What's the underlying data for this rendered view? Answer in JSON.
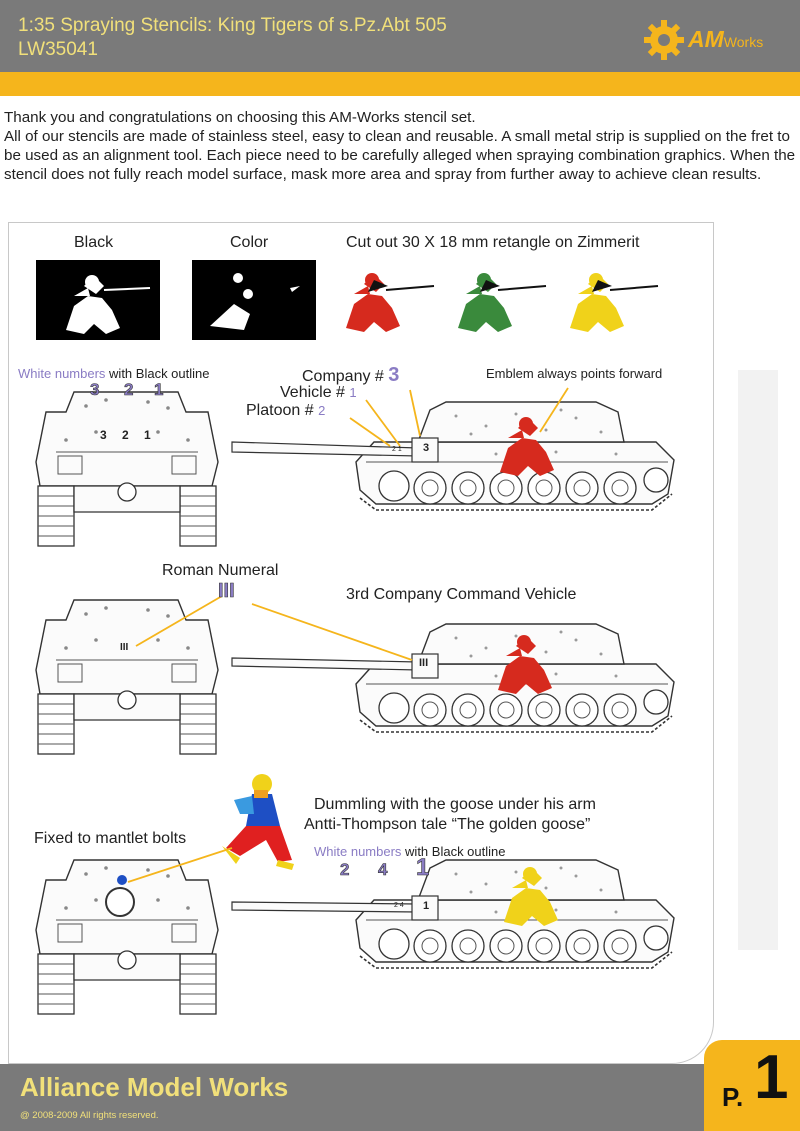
{
  "header": {
    "title": "1:35 Spraying Stencils:  King Tigers of s.Pz.Abt 505",
    "code": "LW35041",
    "logo_brand": "AM",
    "logo_suffix": "Works"
  },
  "intro": {
    "line1": "Thank you and congratulations on choosing this AM-Works stencil set.",
    "line2": "All of our stencils are made of stainless steel, easy to clean and reusable. A small metal strip is supplied on the fret to be used as an alignment tool. Each piece need to be carefully alleged when spraying combination graphics. When the stencil does not fully reach model surface, mask more area and spray from further away to achieve clean results."
  },
  "section1": {
    "black_label": "Black",
    "color_label": "Color",
    "cutout_label": "Cut out 30 X 18 mm retangle on Zimmerit",
    "white_numbers": "White numbers",
    "with_outline": "with Black outline",
    "front_numbers": [
      "3",
      "2",
      "1"
    ],
    "company_label": "Company #",
    "company_num": "3",
    "vehicle_label": "Vehicle #",
    "vehicle_num": "1",
    "platoon_label": "Platoon #",
    "platoon_num": "2",
    "emblem_note": "Emblem always points forward",
    "barrel_numbers": "2 1",
    "barrel_company": "3"
  },
  "section2": {
    "roman_label": "Roman Numeral",
    "roman_num": "III",
    "command_label": "3rd Company Command Vehicle"
  },
  "section3": {
    "dummling_line1": "Dummling with the goose under his arm",
    "dummling_line2": "Antti-Thompson tale  “The golden goose”",
    "mantlet_label": "Fixed to mantlet bolts",
    "white_numbers": "White numbers",
    "with_outline": "with Black outline",
    "numbers": [
      "2",
      "4",
      "1"
    ],
    "barrel_numbers": "2 4",
    "barrel_company": "1"
  },
  "footer": {
    "title": "Alliance Model Works",
    "copyright": "@ 2008-2009 All rights reserved.",
    "page_prefix": "P.",
    "page_num": "1"
  },
  "colors": {
    "header_gray": "#7a7a7a",
    "accent_yellow": "#f5b51c",
    "title_yellow": "#f1e07a",
    "label_purple": "#8a7cc4",
    "emblem_red": "#d62a1e",
    "emblem_green": "#3a8a3c",
    "emblem_yellow": "#f0d21a"
  }
}
